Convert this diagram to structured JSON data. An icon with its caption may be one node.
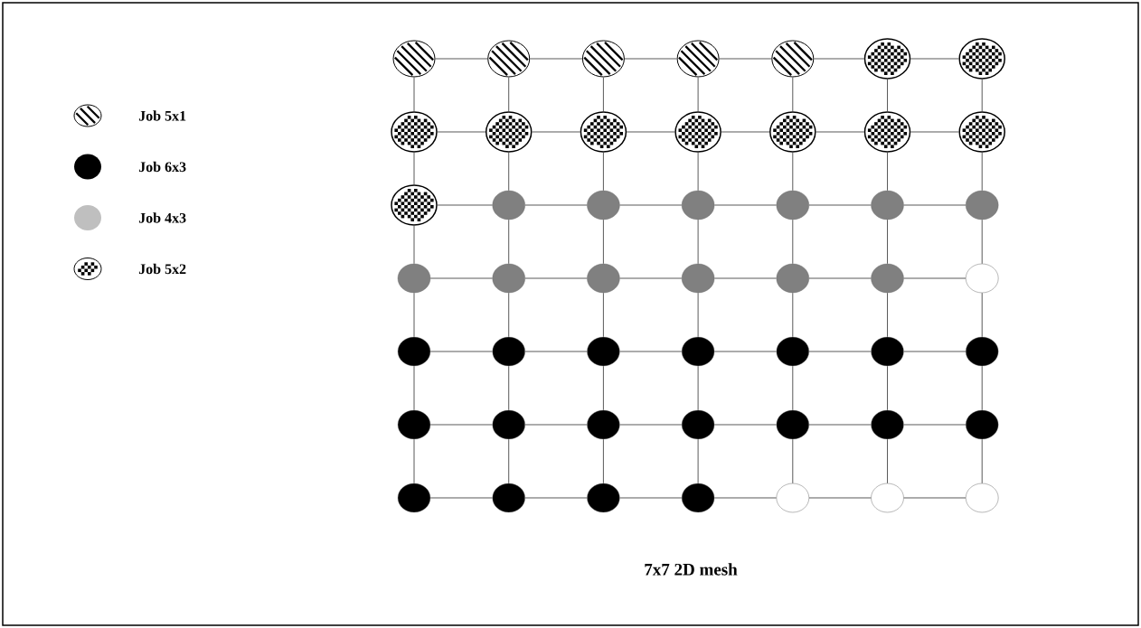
{
  "diagram": {
    "caption": "7x7 2D mesh",
    "nodes": [
      {
        "text": [],
        "shape": "circle"
      },
      {
        "text": [],
        "shape": "circle"
      },
      {
        "text": [],
        "shape": "circle"
      },
      {
        "text": [],
        "shape": "circle"
      },
      {
        "text": [],
        "shape": "circle"
      },
      {
        "text": [],
        "shape": "circle"
      },
      {
        "text": [],
        "shape": "circle"
      },
      {
        "text": [],
        "shape": "circle"
      },
      {
        "text": [],
        "shape": "circle"
      },
      {
        "text": [],
        "shape": "circle"
      },
      {
        "text": [],
        "shape": "circle"
      },
      {
        "text": [],
        "shape": "circle"
      },
      {
        "text": [],
        "shape": "circle"
      },
      {
        "text": [],
        "shape": "circle"
      },
      {
        "text": [],
        "shape": "circle"
      },
      {
        "text": [],
        "shape": "circle"
      },
      {
        "text": [],
        "shape": "circle"
      },
      {
        "text": [],
        "shape": "circle"
      },
      {
        "text": [],
        "shape": "circle"
      },
      {
        "text": [],
        "shape": "circle"
      },
      {
        "text": [],
        "shape": "circle"
      },
      {
        "text": [],
        "shape": "circle"
      },
      {
        "text": [],
        "shape": "circle"
      },
      {
        "text": [],
        "shape": "circle"
      },
      {
        "text": [],
        "shape": "circle"
      },
      {
        "text": [],
        "shape": "circle"
      },
      {
        "text": [],
        "shape": "circle"
      },
      {
        "text": [],
        "shape": "circle"
      },
      {
        "text": [],
        "shape": "circle"
      },
      {
        "text": [],
        "shape": "circle"
      },
      {
        "text": [],
        "shape": "circle"
      },
      {
        "text": [],
        "shape": "circle"
      },
      {
        "text": [],
        "shape": "circle"
      },
      {
        "text": [],
        "shape": "circle"
      },
      {
        "text": [],
        "shape": "circle"
      },
      {
        "text": [],
        "shape": "circle"
      },
      {
        "text": [],
        "shape": "circle"
      },
      {
        "text": [],
        "shape": "circle"
      },
      {
        "text": [],
        "shape": "circle"
      },
      {
        "text": [],
        "shape": "circle"
      },
      {
        "text": [],
        "shape": "circle"
      },
      {
        "text": [],
        "shape": "circle"
      },
      {
        "text": [],
        "shape": "circle"
      },
      {
        "text": [],
        "shape": "circle"
      },
      {
        "text": [],
        "shape": "circle"
      },
      {
        "text": [],
        "shape": "circle"
      },
      {
        "text": [],
        "shape": "circle"
      },
      {
        "text": [],
        "shape": "circle"
      },
      {
        "text": [],
        "shape": "circle"
      }
    ],
    "edges": [
      {
        "from": 0,
        "to": 1,
        "arrow": "none"
      },
      {
        "from": 1,
        "to": 2,
        "arrow": "none"
      },
      {
        "from": 2,
        "to": 3,
        "arrow": "none"
      },
      {
        "from": 3,
        "to": 4,
        "arrow": "none"
      },
      {
        "from": 4,
        "to": 5,
        "arrow": "none"
      },
      {
        "from": 5,
        "to": 6,
        "arrow": "none"
      },
      {
        "from": 7,
        "to": 8,
        "arrow": "none"
      },
      {
        "from": 8,
        "to": 9,
        "arrow": "none"
      },
      {
        "from": 9,
        "to": 10,
        "arrow": "none"
      },
      {
        "from": 10,
        "to": 11,
        "arrow": "none"
      },
      {
        "from": 11,
        "to": 12,
        "arrow": "none"
      },
      {
        "from": 12,
        "to": 13,
        "arrow": "none"
      },
      {
        "from": 14,
        "to": 15,
        "arrow": "none"
      },
      {
        "from": 15,
        "to": 16,
        "arrow": "none"
      },
      {
        "from": 16,
        "to": 17,
        "arrow": "none"
      },
      {
        "from": 17,
        "to": 18,
        "arrow": "none"
      },
      {
        "from": 18,
        "to": 19,
        "arrow": "none"
      },
      {
        "from": 19,
        "to": 20,
        "arrow": "none"
      },
      {
        "from": 21,
        "to": 22,
        "arrow": "none"
      },
      {
        "from": 22,
        "to": 23,
        "arrow": "none"
      },
      {
        "from": 23,
        "to": 24,
        "arrow": "none"
      },
      {
        "from": 24,
        "to": 25,
        "arrow": "none"
      },
      {
        "from": 25,
        "to": 26,
        "arrow": "none"
      },
      {
        "from": 26,
        "to": 27,
        "arrow": "none"
      },
      {
        "from": 28,
        "to": 29,
        "arrow": "none"
      },
      {
        "from": 29,
        "to": 30,
        "arrow": "none"
      },
      {
        "from": 30,
        "to": 31,
        "arrow": "none"
      },
      {
        "from": 31,
        "to": 32,
        "arrow": "none"
      },
      {
        "from": 32,
        "to": 33,
        "arrow": "none"
      },
      {
        "from": 33,
        "to": 34,
        "arrow": "none"
      },
      {
        "from": 35,
        "to": 36,
        "arrow": "none"
      },
      {
        "from": 36,
        "to": 37,
        "arrow": "none"
      },
      {
        "from": 37,
        "to": 38,
        "arrow": "none"
      },
      {
        "from": 38,
        "to": 39,
        "arrow": "none"
      },
      {
        "from": 39,
        "to": 40,
        "arrow": "none"
      },
      {
        "from": 40,
        "to": 41,
        "arrow": "none"
      },
      {
        "from": 42,
        "to": 43,
        "arrow": "none"
      },
      {
        "from": 43,
        "to": 44,
        "arrow": "none"
      },
      {
        "from": 44,
        "to": 45,
        "arrow": "none"
      },
      {
        "from": 45,
        "to": 46,
        "arrow": "none"
      },
      {
        "from": 46,
        "to": 47,
        "arrow": "none"
      },
      {
        "from": 47,
        "to": 48,
        "arrow": "none"
      },
      {
        "from": 0,
        "to": 7,
        "arrow": "none"
      },
      {
        "from": 7,
        "to": 14,
        "arrow": "none"
      },
      {
        "from": 14,
        "to": 21,
        "arrow": "none"
      },
      {
        "from": 21,
        "to": 28,
        "arrow": "none"
      },
      {
        "from": 28,
        "to": 35,
        "arrow": "none"
      },
      {
        "from": 35,
        "to": 42,
        "arrow": "none"
      },
      {
        "from": 1,
        "to": 8,
        "arrow": "none"
      },
      {
        "from": 8,
        "to": 15,
        "arrow": "none"
      },
      {
        "from": 15,
        "to": 22,
        "arrow": "none"
      },
      {
        "from": 22,
        "to": 29,
        "arrow": "none"
      },
      {
        "from": 29,
        "to": 36,
        "arrow": "none"
      },
      {
        "from": 36,
        "to": 43,
        "arrow": "none"
      },
      {
        "from": 2,
        "to": 9,
        "arrow": "none"
      },
      {
        "from": 9,
        "to": 16,
        "arrow": "none"
      },
      {
        "from": 16,
        "to": 23,
        "arrow": "none"
      },
      {
        "from": 23,
        "to": 30,
        "arrow": "none"
      },
      {
        "from": 30,
        "to": 37,
        "arrow": "none"
      },
      {
        "from": 37,
        "to": 44,
        "arrow": "none"
      },
      {
        "from": 3,
        "to": 10,
        "arrow": "none"
      },
      {
        "from": 10,
        "to": 17,
        "arrow": "none"
      },
      {
        "from": 17,
        "to": 24,
        "arrow": "none"
      },
      {
        "from": 24,
        "to": 31,
        "arrow": "none"
      },
      {
        "from": 31,
        "to": 38,
        "arrow": "none"
      },
      {
        "from": 38,
        "to": 45,
        "arrow": "none"
      },
      {
        "from": 4,
        "to": 11,
        "arrow": "none"
      },
      {
        "from": 11,
        "to": 18,
        "arrow": "none"
      },
      {
        "from": 18,
        "to": 25,
        "arrow": "none"
      },
      {
        "from": 25,
        "to": 32,
        "arrow": "none"
      },
      {
        "from": 32,
        "to": 39,
        "arrow": "none"
      },
      {
        "from": 39,
        "to": 46,
        "arrow": "none"
      },
      {
        "from": 5,
        "to": 12,
        "arrow": "none"
      },
      {
        "from": 12,
        "to": 19,
        "arrow": "none"
      },
      {
        "from": 19,
        "to": 26,
        "arrow": "none"
      },
      {
        "from": 26,
        "to": 33,
        "arrow": "none"
      },
      {
        "from": 33,
        "to": 40,
        "arrow": "none"
      },
      {
        "from": 40,
        "to": 47,
        "arrow": "none"
      },
      {
        "from": 6,
        "to": 13,
        "arrow": "none"
      },
      {
        "from": 13,
        "to": 20,
        "arrow": "none"
      },
      {
        "from": 20,
        "to": 27,
        "arrow": "none"
      },
      {
        "from": 27,
        "to": 34,
        "arrow": "none"
      },
      {
        "from": 34,
        "to": 41,
        "arrow": "none"
      },
      {
        "from": 41,
        "to": 48,
        "arrow": "none"
      }
    ],
    "legend": [
      {
        "text": "Job 5x1"
      },
      {
        "text": "Job 6x3"
      },
      {
        "text": "Job 4x3"
      },
      {
        "text": "Job 5x2"
      }
    ]
  }
}
